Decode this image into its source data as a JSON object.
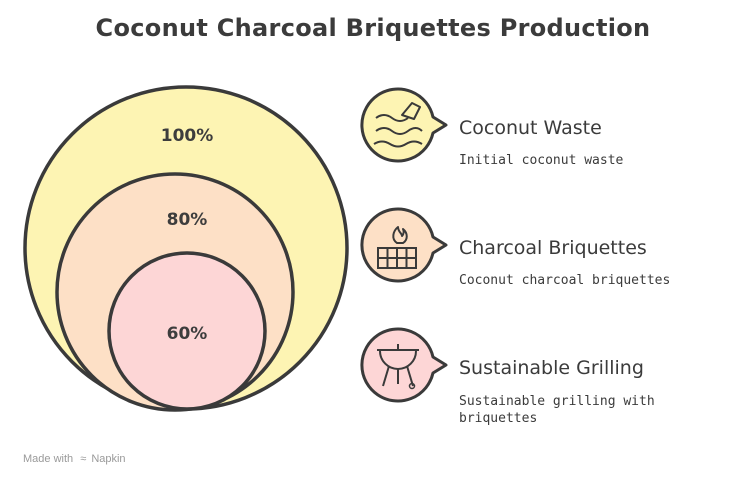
{
  "title": "Coconut Charcoal Briquettes Production",
  "rings": [
    {
      "label": "100%",
      "fill": "#fdf4b3"
    },
    {
      "label": "80%",
      "fill": "#fde0c6"
    },
    {
      "label": "60%",
      "fill": "#fdd6d6"
    }
  ],
  "items": [
    {
      "title": "Coconut Waste",
      "desc": "Initial coconut waste",
      "icon": "coconut-waste-icon",
      "fill": "#fdf4b3"
    },
    {
      "title": "Charcoal Briquettes",
      "desc": "Coconut charcoal briquettes",
      "icon": "charcoal-briquettes-icon",
      "fill": "#fde0c6"
    },
    {
      "title": "Sustainable Grilling",
      "desc": "Sustainable grilling with briquettes",
      "icon": "grill-icon",
      "fill": "#fdd6d6"
    }
  ],
  "footer": {
    "made_with": "Made with",
    "brand": "Napkin"
  },
  "colors": {
    "stroke": "#3a3a3a",
    "text": "#3b3b3b"
  }
}
